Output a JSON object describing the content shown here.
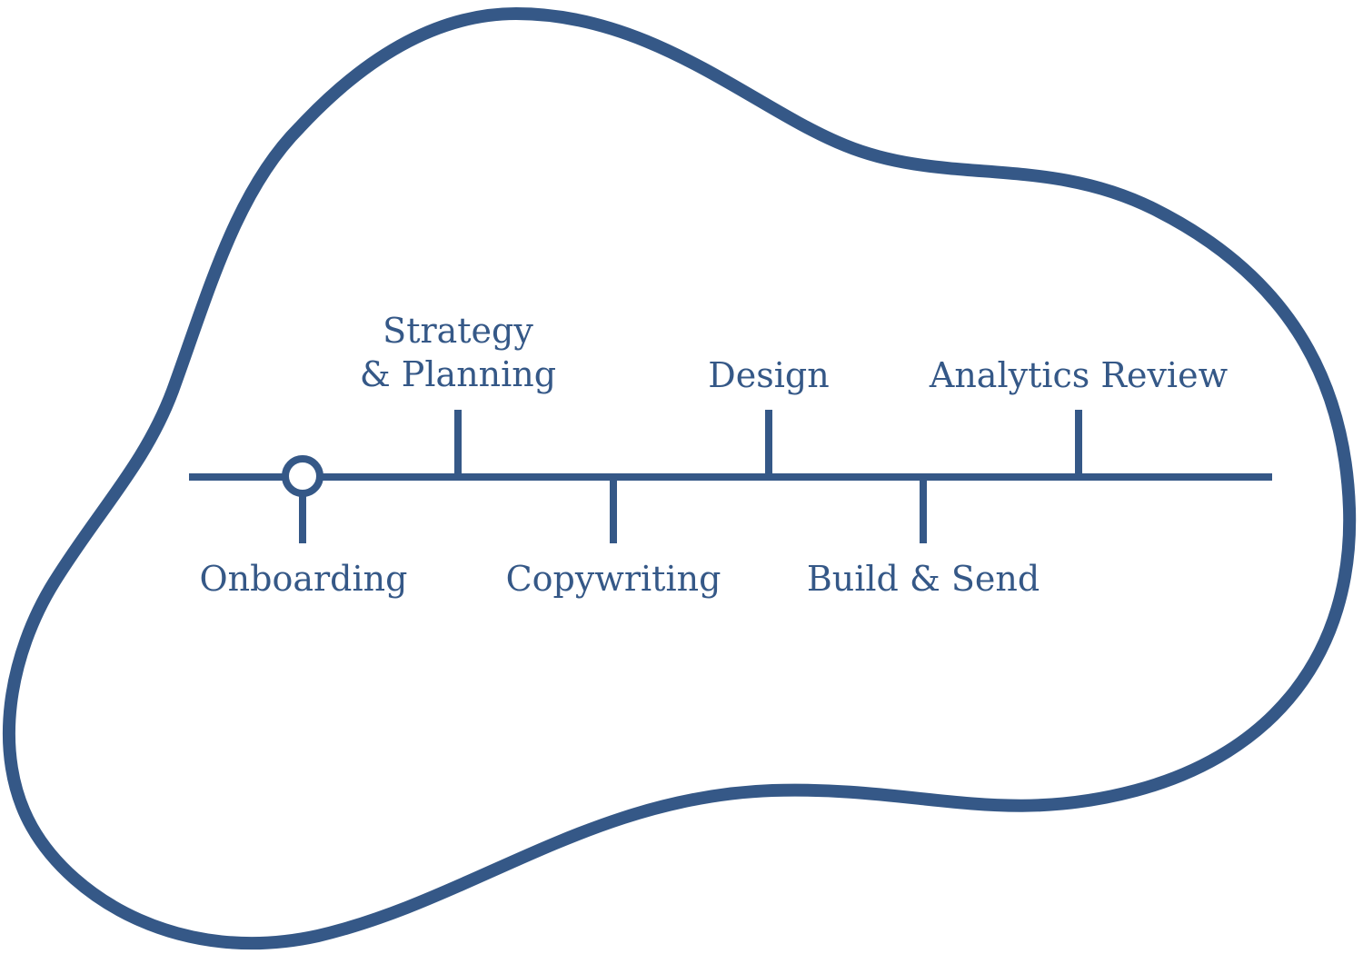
{
  "colors": {
    "stroke": "#355887",
    "background": "#ffffff"
  },
  "timeline": {
    "stages": [
      {
        "label": "Onboarding",
        "position": "below",
        "marker": "circle"
      },
      {
        "label_lines": [
          "Strategy",
          "& Planning"
        ],
        "position": "above"
      },
      {
        "label": "Copywriting",
        "position": "below"
      },
      {
        "label": "Design",
        "position": "above"
      },
      {
        "label": "Build & Send",
        "position": "below"
      },
      {
        "label": "Analytics Review",
        "position": "above"
      }
    ]
  }
}
